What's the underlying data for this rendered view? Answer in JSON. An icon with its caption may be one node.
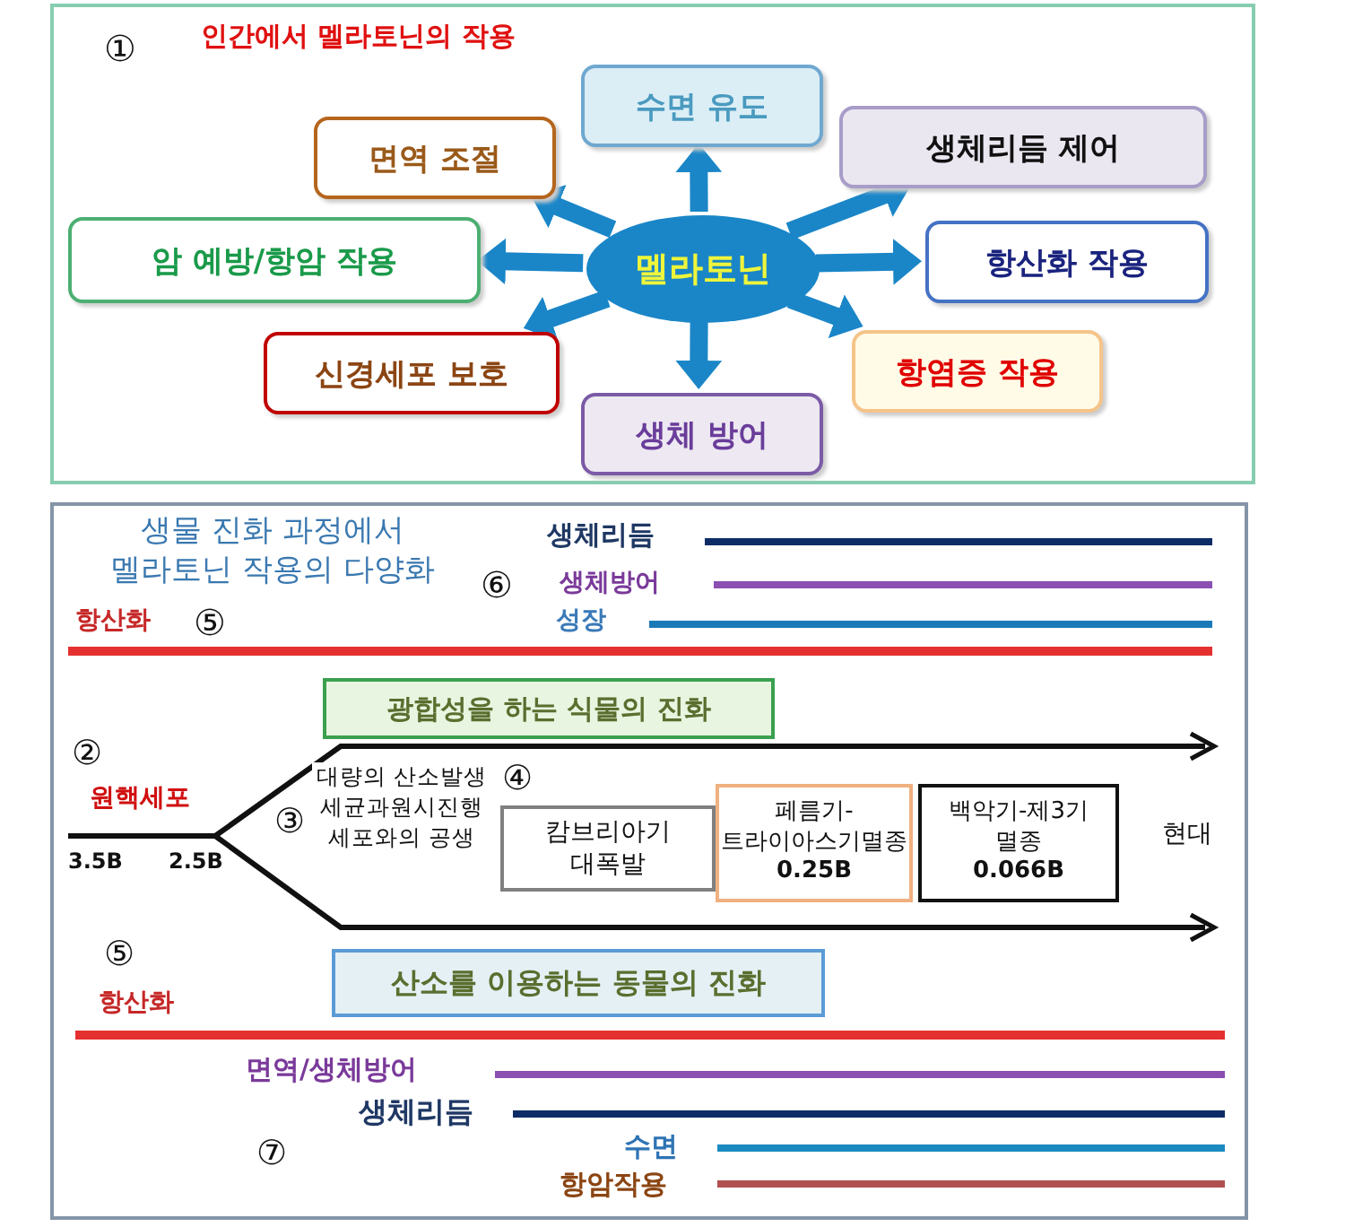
{
  "diagram": {
    "nodes": [
      {
        "text": [
          "인간에서 멜라토닌의 작용"
        ]
      },
      {
        "text": [
          "멜라토닌"
        ],
        "in": 0
      },
      {
        "text": [
          "수면 유도"
        ],
        "in": 0
      },
      {
        "text": [
          "면역 조절"
        ],
        "in": 0
      },
      {
        "text": [
          "생체리듬 제어"
        ],
        "in": 0
      },
      {
        "text": [
          "암 예방/항암 작용"
        ],
        "in": 0
      },
      {
        "text": [
          "항산화 작용"
        ],
        "in": 0
      },
      {
        "text": [
          "신경세포 보호"
        ],
        "in": 0
      },
      {
        "text": [
          "항염증 작용"
        ],
        "in": 0
      },
      {
        "text": [
          "생체 방어"
        ],
        "in": 0
      },
      {
        "text": [
          "생물 진화 과정에서 멜라토닌 작용의 다양화"
        ]
      },
      {
        "text": [
          "광합성을 하는 식물의 진화"
        ],
        "in": 10
      },
      {
        "text": [
          "캄브리아기 대폭발"
        ],
        "in": 10
      },
      {
        "text": [
          "페름기-트라이아스기멸종",
          "0.25B"
        ],
        "in": 10
      },
      {
        "text": [
          "백악기-제3기 멸종",
          "0.066B"
        ],
        "in": 10
      },
      {
        "text": [
          "산소를 이용하는 동물의 진화"
        ],
        "in": 10
      }
    ],
    "edges": [
      {
        "from": 1,
        "to": 2,
        "arrow": "to"
      },
      {
        "from": 1,
        "to": 3,
        "arrow": "to"
      },
      {
        "from": 1,
        "to": 4,
        "arrow": "to"
      },
      {
        "from": 1,
        "to": 5,
        "arrow": "to"
      },
      {
        "from": 1,
        "to": 6,
        "arrow": "to"
      },
      {
        "from": 1,
        "to": 7,
        "arrow": "to"
      },
      {
        "from": 1,
        "to": 8,
        "arrow": "to"
      },
      {
        "from": 1,
        "to": 9,
        "arrow": "to"
      }
    ],
    "labels": [
      "①",
      "생체리듬",
      "⑥",
      "생체방어",
      "항산화",
      "⑤",
      "성장",
      "②",
      "원핵세포",
      "대량의 산소발생 세균과원시진행 세포와의 공생",
      "④",
      "③",
      "3.5B",
      "2.5B",
      "현대",
      "⑤",
      "항산화",
      "면역/생체방어",
      "생체리듬",
      "⑦",
      "수면",
      "항암작용"
    ]
  }
}
